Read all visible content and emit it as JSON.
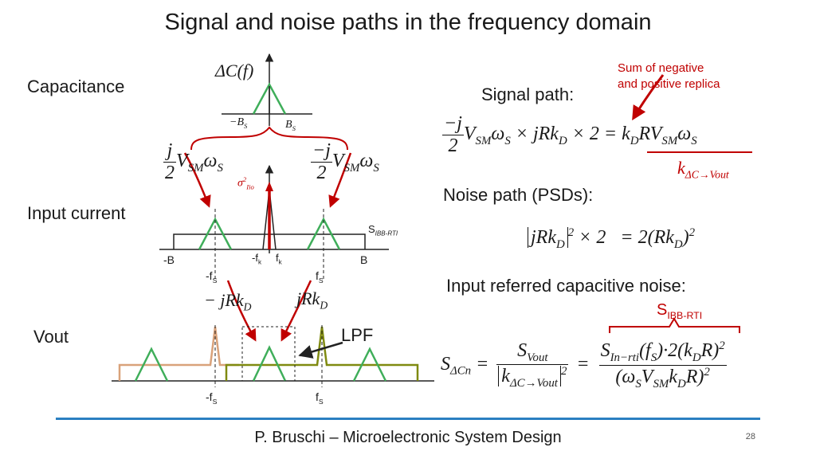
{
  "title": "Signal and noise paths in the frequency domain",
  "left": {
    "capacitance_label": "Capacitance",
    "delta_c_label": "ΔC(f)",
    "neg_bs": "−B",
    "neg_bs_sub": "S",
    "pos_bs": "B",
    "pos_bs_sub": "S",
    "input_current_label": "Input current",
    "frac_left_num": "j",
    "frac_left_den": "2",
    "frac_left_rest": "V",
    "frac_left_rest_sub": "SM",
    "frac_left_omega": "ω",
    "frac_left_omega_sub": "S",
    "frac_right_num": "−j",
    "frac_right_den": "2",
    "frac_right_rest": "V",
    "frac_right_rest_sub": "SM",
    "frac_right_omega": "ω",
    "frac_right_omega_sub": "S",
    "sigma_label": "σ",
    "sigma_sup": "2",
    "sigma_sub": "Iio",
    "s_ibb_rti": "S",
    "s_ibb_rti_sub": "IBB-RTI",
    "axis_neg_b": "-B",
    "axis_neg_fk": "-f",
    "axis_neg_fk_sub": "k",
    "axis_fk": "f",
    "axis_fk_sub": "k",
    "axis_b": "B",
    "neg_fs": "-f",
    "neg_fs_sub": "S",
    "pos_fs": "f",
    "pos_fs_sub": "S",
    "neg_jrkd": "− jRk",
    "neg_jrkd_sub": "D",
    "pos_jrkd": "jRk",
    "pos_jrkd_sub": "D",
    "vout_label": "Vout",
    "lpf_label": "LPF",
    "bottom_neg_fs": "-f",
    "bottom_neg_fs_sub": "S",
    "bottom_pos_fs": "f",
    "bottom_pos_fs_sub": "S"
  },
  "right": {
    "replica_note_line1": "Sum of negative",
    "replica_note_line2": "and positive replica",
    "signal_path_label": "Signal path:",
    "signal_num": "−j",
    "signal_den": "2",
    "signal_expr_a": "V",
    "signal_expr_a_sub": "SM",
    "signal_expr_b": "ω",
    "signal_expr_b_sub": "S",
    "signal_expr_c": "× jRk",
    "signal_expr_c_sub": "D",
    "signal_expr_d": "× 2 = k",
    "signal_expr_d_sub": "D",
    "signal_expr_e": "RV",
    "signal_expr_e_sub": "SM",
    "signal_expr_f": "ω",
    "signal_expr_f_sub": "S",
    "k_label": "k",
    "k_label_sub": "ΔC→Vout",
    "noise_path_label": "Noise path (PSDs):",
    "noise_expr_a": "jRk",
    "noise_expr_a_sub": "D",
    "noise_expr_a_sup": "2",
    "noise_expr_b": "× 2   = 2",
    "noise_expr_c": "Rk",
    "noise_expr_c_sub": "D",
    "noise_expr_c_sup": "2",
    "input_referred_label": "Input referred capacitive noise:",
    "sibb_label": "S",
    "sibb_label_sub": "IBB-RTI",
    "scn": "S",
    "scn_sub": "ΔCn",
    "svout_num": "S",
    "svout_num_sub": "Vout",
    "svout_den": "k",
    "svout_den_sub": "ΔC→Vout",
    "svout_den_sup": "2",
    "big_num_a": "S",
    "big_num_a_sub": "In−rti",
    "big_num_b": "(f",
    "big_num_b_sub": "S",
    "big_num_c": ")·2(k",
    "big_num_c_sub": "D",
    "big_num_d": "R)",
    "big_num_d_sup": "2",
    "big_den_a": "(ω",
    "big_den_a_sub": "S",
    "big_den_b": "V",
    "big_den_b_sub": "SM",
    "big_den_c": "k",
    "big_den_c_sub": "D",
    "big_den_d": "R)",
    "big_den_d_sup": "2"
  },
  "footer": "P. Bruschi – Microelectronic System Design",
  "page_number": "28",
  "colors": {
    "green": "#3fae5a",
    "red": "#c00000",
    "orange": "#d9a27a",
    "olive": "#7f8a10",
    "accent_blue": "#2a7fc1"
  }
}
